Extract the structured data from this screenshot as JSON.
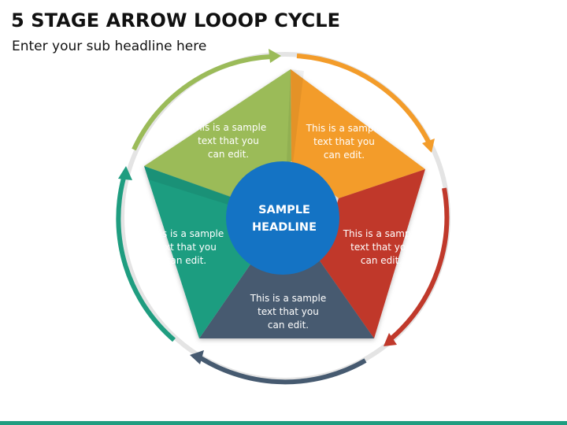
{
  "header": {
    "title": "5 STAGE ARROW LOOOP CYCLE",
    "subtitle": "Enter your sub headline here"
  },
  "hub": {
    "line1": "SAMPLE",
    "line2": "HEADLINE"
  },
  "stages": [
    {
      "line1": "This is a sample",
      "line2": "text that you",
      "line3": "can edit.",
      "color": "#9bbb59"
    },
    {
      "line1": "This is a sample",
      "line2": "text that you",
      "line3": "can edit.",
      "color": "#f39c2a"
    },
    {
      "line1": "This is a sample",
      "line2": "text that you",
      "line3": "can edit.",
      "color": "#c0392b"
    },
    {
      "line1": "This is a sample",
      "line2": "text that you",
      "line3": "can edit.",
      "color": "#465a70"
    },
    {
      "line1": "This is a sample",
      "line2": "text that you",
      "line3": "can edit.",
      "color": "#1f9d80"
    }
  ],
  "colors": {
    "hub": "#1473c4",
    "bottom_bar": "#1f9d80"
  }
}
